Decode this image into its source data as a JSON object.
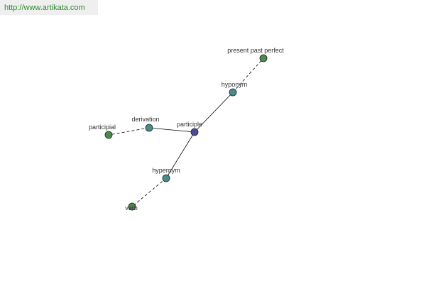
{
  "watermark": {
    "url": "http://www.artikata.com"
  },
  "diagram": {
    "center": {
      "id": "participle",
      "label": "participle",
      "color": "#4a4aa0"
    },
    "relations": [
      {
        "id": "hyponym",
        "label": "hyponym",
        "color": "#4a8a8a",
        "leaf": {
          "id": "present-past-perfect",
          "label": "present past perfect",
          "color": "#4a8a4a"
        }
      },
      {
        "id": "derivation",
        "label": "derivation",
        "color": "#4a8a8a",
        "leaf": {
          "id": "participial",
          "label": "participial",
          "color": "#4a8a4a"
        }
      },
      {
        "id": "hypernym",
        "label": "hypernym",
        "color": "#4a8a8a",
        "leaf": {
          "id": "verb",
          "label": "verb",
          "color": "#4a8a4a"
        }
      }
    ]
  }
}
